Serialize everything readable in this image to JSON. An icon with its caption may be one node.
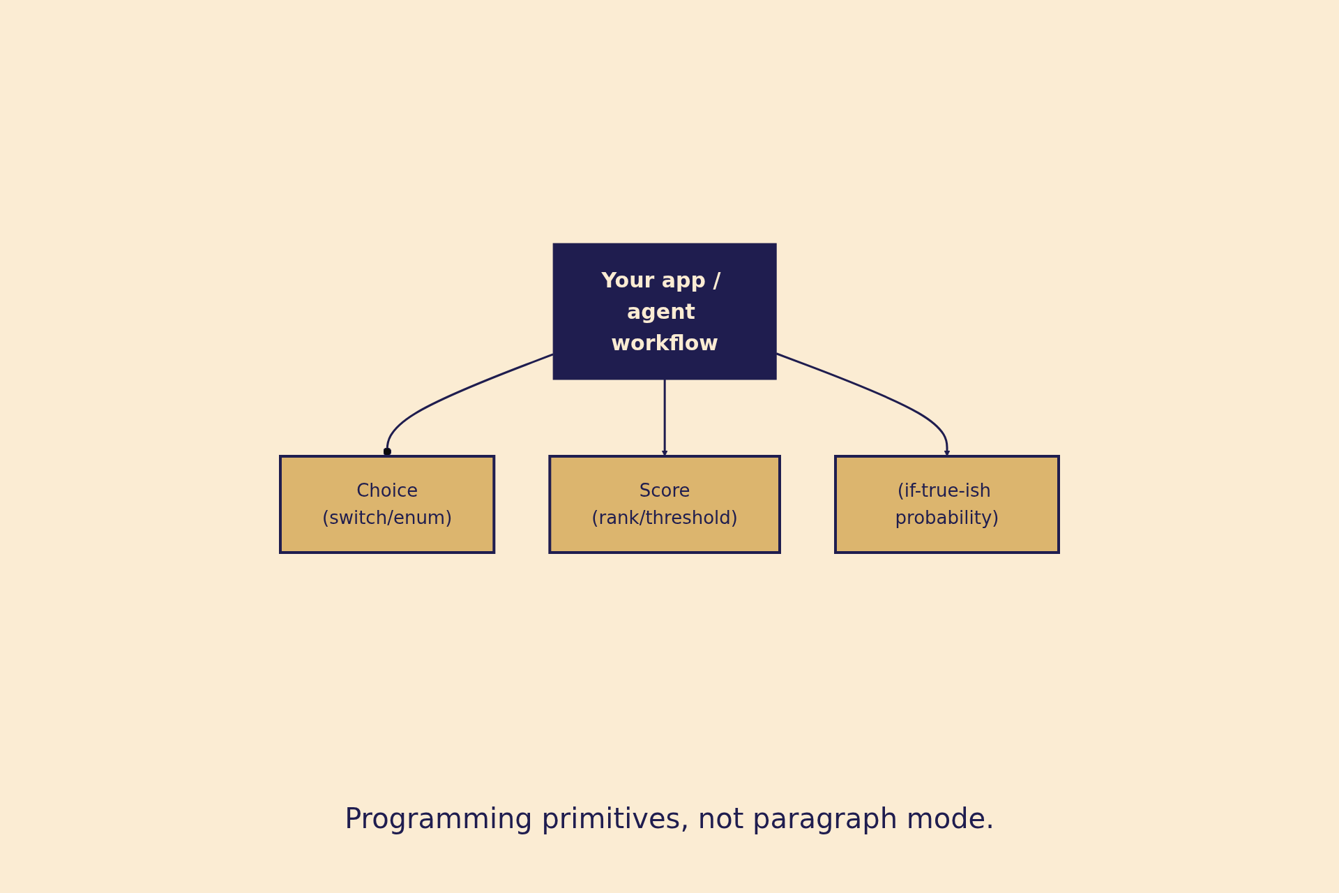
{
  "diagram": {
    "caption": "Programming primitives, not paragraph mode.",
    "nodes": [
      {
        "text": [
          "Your app / agent workflow"
        ]
      },
      {
        "text": [
          "Choice",
          "(switch/enum)"
        ]
      },
      {
        "text": [
          "Score",
          "(rank/threshold)"
        ]
      },
      {
        "text": [
          "(if-true-ish probability)"
        ]
      }
    ],
    "edges": [
      {
        "from": 0,
        "to": 1,
        "arrow": "other"
      },
      {
        "from": 0,
        "to": 2,
        "arrow": "to"
      },
      {
        "from": 0,
        "to": 3,
        "arrow": "to"
      }
    ]
  }
}
